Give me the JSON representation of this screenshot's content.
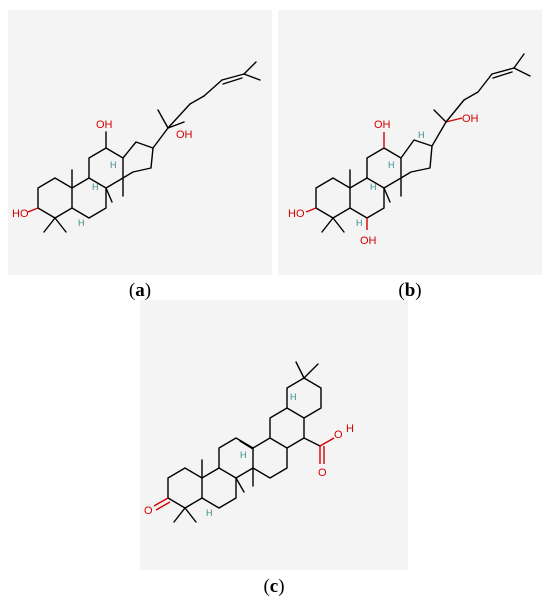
{
  "figure": {
    "panels": [
      {
        "id": "a",
        "caption_open": "(",
        "caption_letter": "a",
        "caption_close": ")",
        "atom_labels": {
          "oh_top": "OH",
          "oh_side": "OH",
          "ho_left": "HO",
          "h1": "H",
          "h2": "H",
          "h3": "H"
        }
      },
      {
        "id": "b",
        "caption_open": "(",
        "caption_letter": "b",
        "caption_close": ")",
        "atom_labels": {
          "oh_top": "OH",
          "oh_side": "OH",
          "ho_left": "HO",
          "oh_bottom": "OH",
          "h1": "H",
          "h2": "H",
          "h3": "H",
          "h4": "H"
        }
      },
      {
        "id": "c",
        "caption_open": "(",
        "caption_letter": "c",
        "caption_close": ")",
        "atom_labels": {
          "o_ketone": "O",
          "o_acid": "O",
          "oh_acid": "O",
          "h_acid": "H",
          "h1": "H",
          "h2": "H",
          "h3": "H"
        }
      }
    ],
    "colors": {
      "panel_bg": "#f4f4f4",
      "heteroatom": "#d40000",
      "stereo_h": "#3a8a8a",
      "bond": "#000000"
    }
  }
}
